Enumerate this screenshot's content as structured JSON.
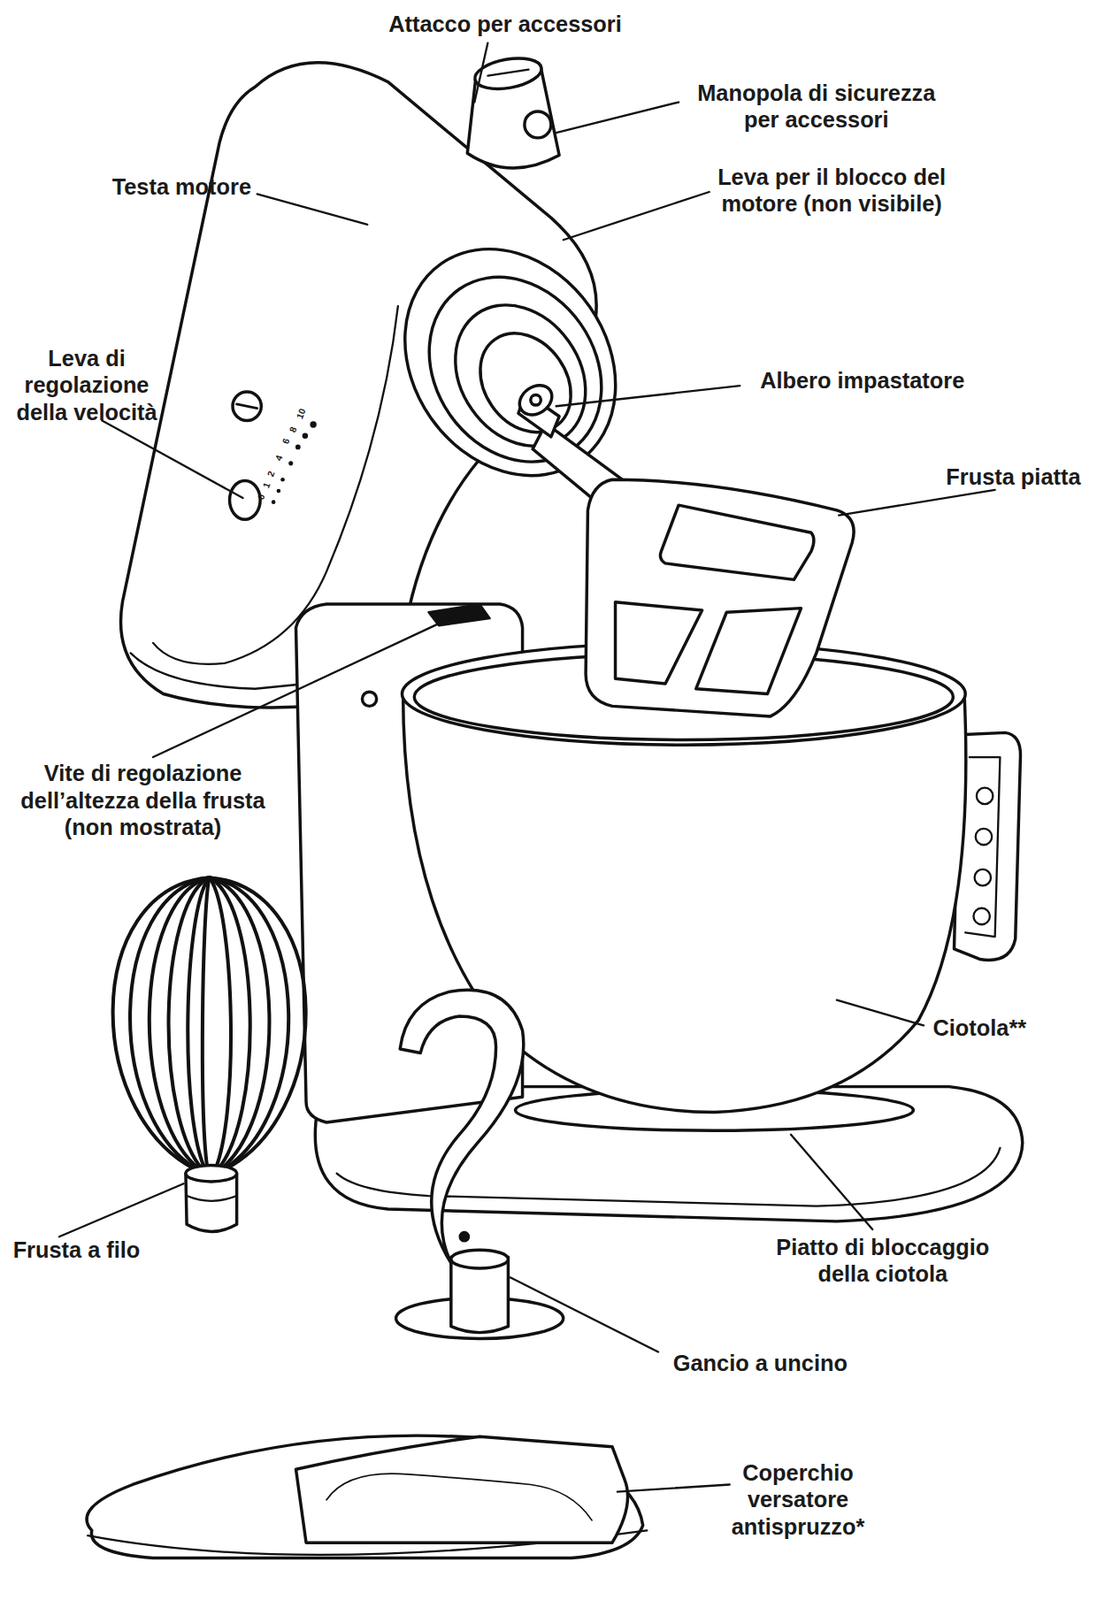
{
  "diagram": {
    "labels": [
      "Attacco per accessori",
      "Manopola di sicurezza per accessori",
      "Testa motore",
      "Leva per il blocco del motore (non visibile)",
      "Leva di regolazione della velocità",
      "Albero impastatore",
      "Frusta piatta",
      "Vite di regolazione dell’altezza della frusta (non mostrata)",
      "Ciotola**",
      "Frusta a filo",
      "Piatto di bloccaggio della ciotola",
      "Gancio a uncino",
      "Coperchio versatore antispruzzo*",
      "0",
      "1",
      "2",
      "4",
      "6",
      "8",
      "10"
    ]
  }
}
